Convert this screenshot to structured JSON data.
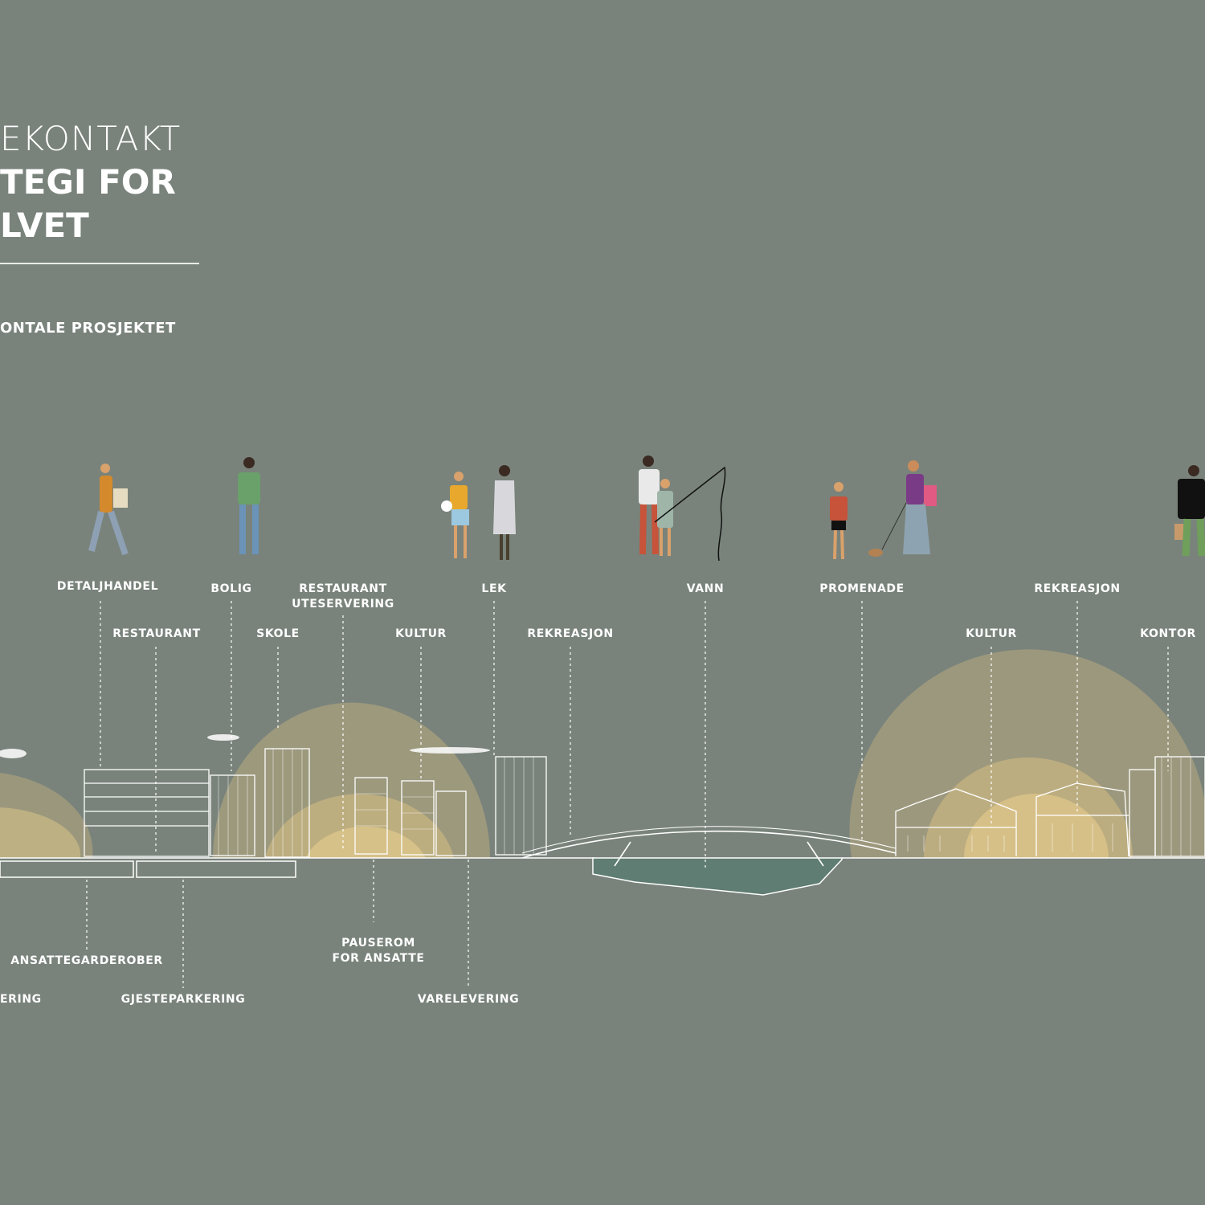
{
  "title": {
    "line1": "EKONTAKT",
    "line2": "TEGI FOR",
    "line3": "LVET",
    "subtitle": "ONTALE PROSJEKTET"
  },
  "labels_top_row": {
    "detaljhandel": "DETALJHANDEL",
    "bolig": "BOLIG",
    "restaurant_uteservering": "RESTAURANT UTESERVERING",
    "lek": "LEK",
    "vann": "VANN",
    "promenade": "PROMENADE",
    "rekreasjon_right": "REKREASJON"
  },
  "labels_second_row": {
    "restaurant": "RESTAURANT",
    "skole": "SKOLE",
    "kultur_left": "KULTUR",
    "rekreasjon_left": "REKREASJON",
    "kultur_right": "KULTUR",
    "kontor": "KONTOR"
  },
  "labels_below": {
    "ansattegarderober": "ANSATTEGARDEROBER",
    "parkering": "ERING",
    "gjesteparkering": "GJESTEPARKERING",
    "pauserom": "PAUSEROM FOR ANSATTE",
    "varelevering": "VARELEVERING"
  },
  "colors": {
    "background": "#79837b",
    "glow": "#e8c87e",
    "line": "#ffffff",
    "water": "#5f7d72"
  }
}
